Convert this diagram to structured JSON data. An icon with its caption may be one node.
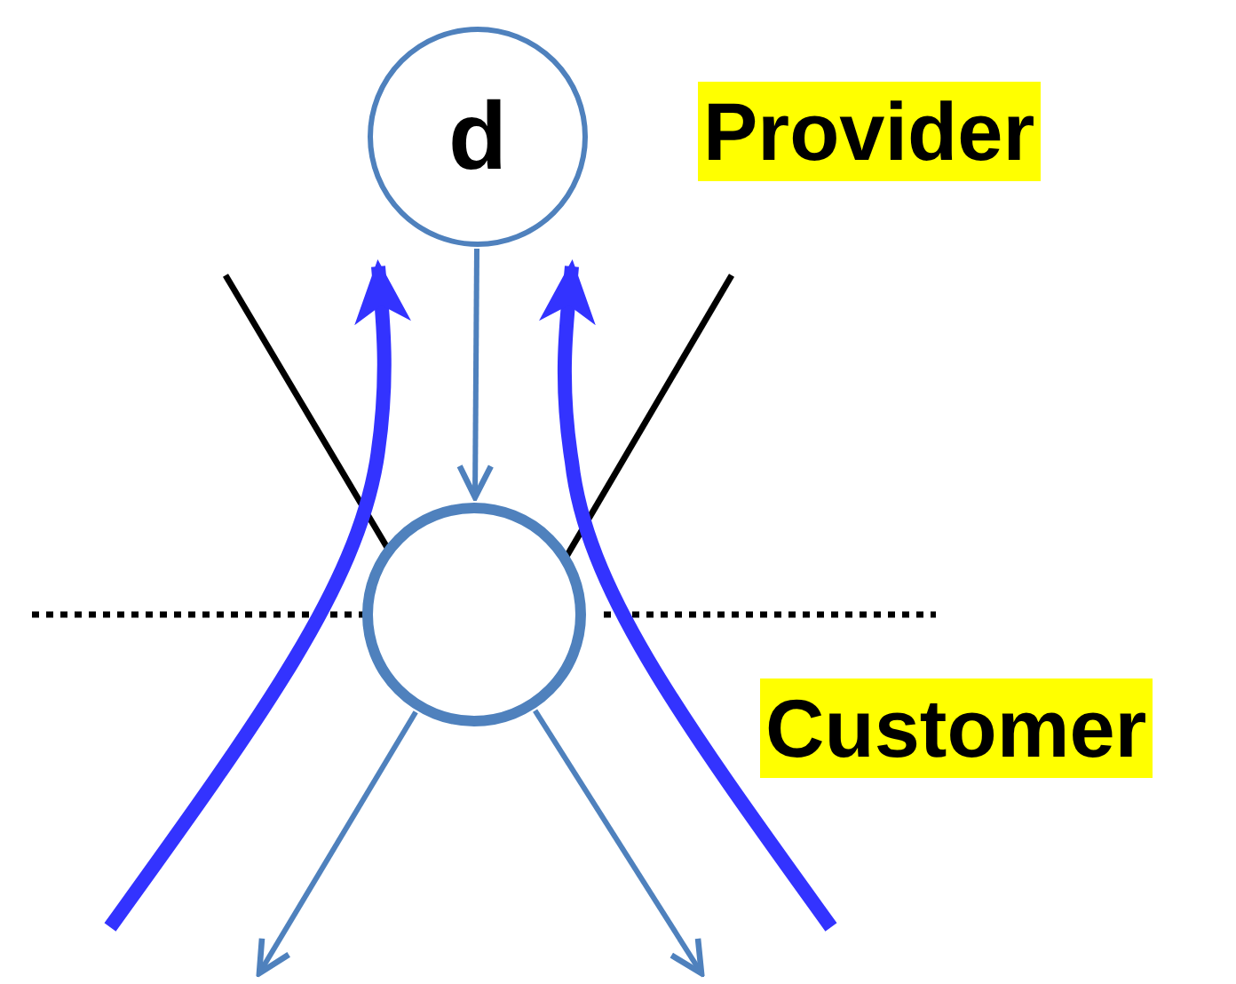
{
  "diagram": {
    "nodes": [
      {
        "text": [
          "d"
        ]
      },
      {
        "text": [],
        "shape": "circle"
      }
    ],
    "edges": [
      {
        "from": 0,
        "to": 1,
        "arrow": "to"
      },
      {
        "from": 1,
        "to": null,
        "arrow": "to"
      },
      {
        "from": 1,
        "to": null,
        "arrow": "to"
      }
    ],
    "labels": [
      "Provider",
      "Customer"
    ]
  }
}
